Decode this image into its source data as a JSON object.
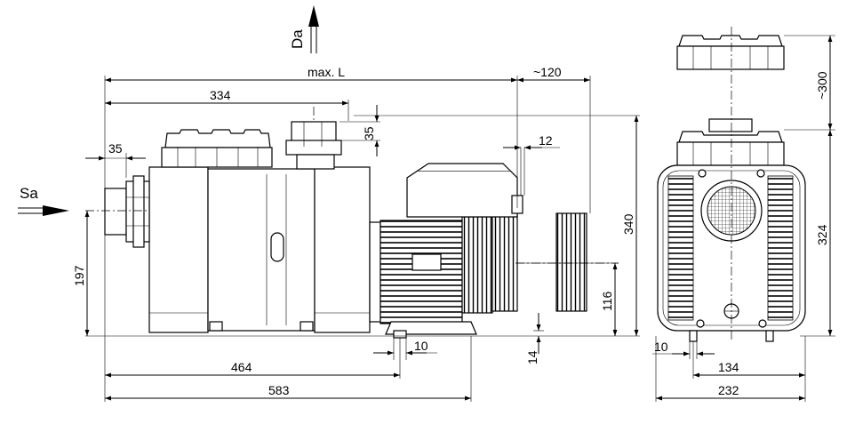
{
  "labels": {
    "suction": "Sa",
    "discharge": "Da",
    "max_length": "max. L",
    "service_clearance": "~120",
    "dim_334": "334",
    "dim_35_left": "35",
    "dim_35_top": "35",
    "dim_12": "12",
    "dim_340": "340",
    "dim_197": "197",
    "dim_116": "116",
    "dim_14": "14",
    "dim_10_front": "10",
    "dim_464": "464",
    "dim_583": "583",
    "dim_300": "~300",
    "dim_324": "324",
    "dim_10_side": "10",
    "dim_134": "134",
    "dim_232": "232"
  }
}
